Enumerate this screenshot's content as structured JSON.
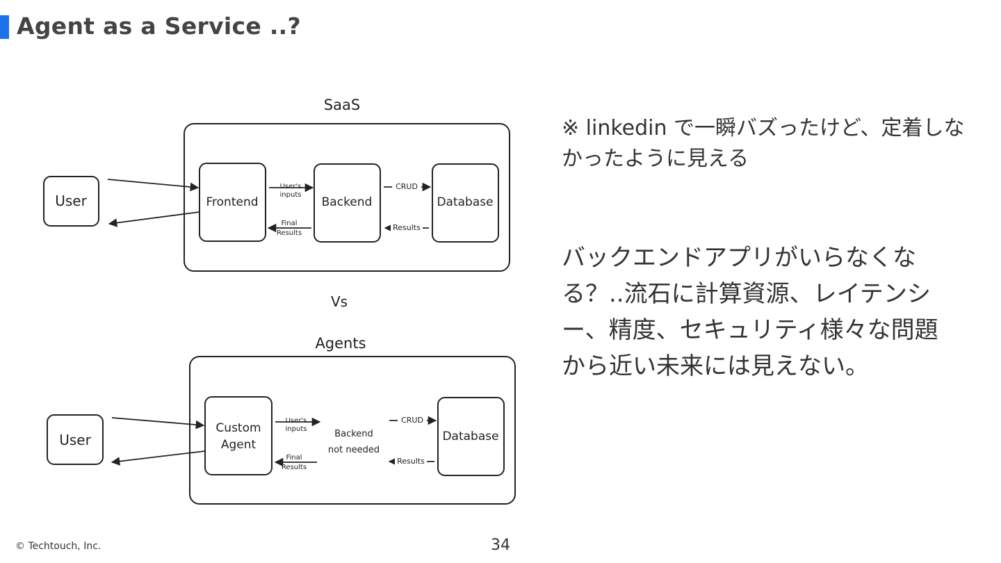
{
  "slide": {
    "title": "Agent as a Service ..?",
    "accent_color": "#1a73e8",
    "note": "※ linkedin で一瞬バズったけど、定着しなかったように見える",
    "statement": "バックエンドアプリがいらなくなる？..流石に計算資源、レイテンシー、精度、セキュリティ様々な問題から近い未来には見えない。",
    "footer": "© Techtouch, Inc.",
    "page_number": "34"
  },
  "diagram": {
    "saas": {
      "title": "SaaS",
      "user": "User",
      "frontend": "Frontend",
      "backend": "Backend",
      "database": "Database",
      "users_inputs_1": "User's",
      "users_inputs_2": "inputs",
      "final_results_1": "Final",
      "final_results_2": "Results",
      "crud": "CRUD",
      "results": "Results"
    },
    "vs": "Vs",
    "agents": {
      "title": "Agents",
      "user": "User",
      "agent_1": "Custom",
      "agent_2": "Agent",
      "backend_1": "Backend",
      "backend_2": "not needed",
      "database": "Database",
      "users_inputs_1": "User's",
      "users_inputs_2": "inputs",
      "final_results_1": "Final",
      "final_results_2": "Results",
      "crud": "CRUD",
      "results": "Results"
    }
  }
}
